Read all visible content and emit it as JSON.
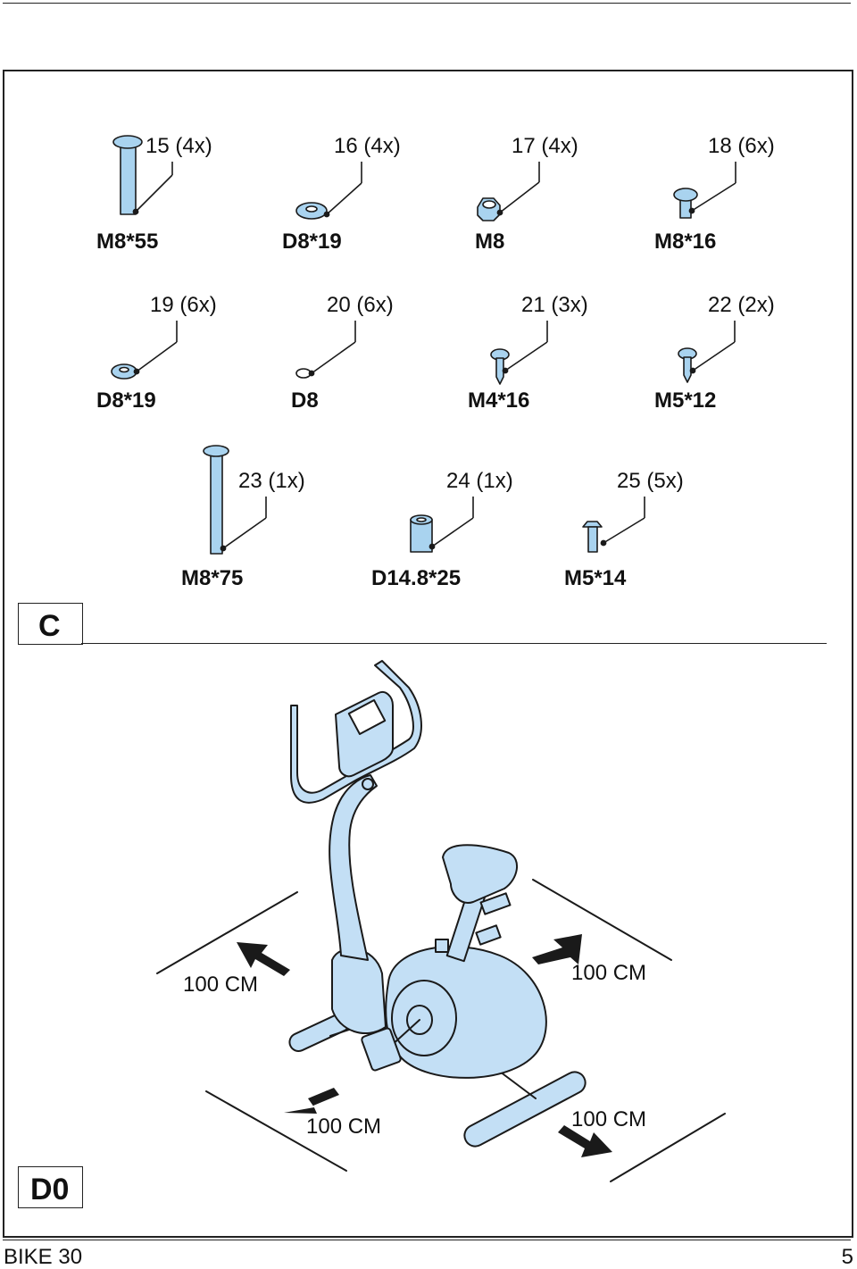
{
  "parts_row1": [
    {
      "label": "15 (4x)",
      "size": "M8*55",
      "icon": "bolt-long-icon"
    },
    {
      "label": "16 (4x)",
      "size": "D8*19",
      "icon": "washer-icon"
    },
    {
      "label": "17 (4x)",
      "size": "M8",
      "icon": "nut-icon"
    },
    {
      "label": "18 (6x)",
      "size": "M8*16",
      "icon": "bolt-short-icon"
    }
  ],
  "parts_row2": [
    {
      "label": "19 (6x)",
      "size": "D8*19",
      "icon": "curved-washer-icon"
    },
    {
      "label": "20 (6x)",
      "size": "D8",
      "icon": "spring-washer-icon"
    },
    {
      "label": "21 (3x)",
      "size": "M4*16",
      "icon": "screw-icon"
    },
    {
      "label": "22 (2x)",
      "size": "M5*12",
      "icon": "screw-icon"
    }
  ],
  "parts_row3": [
    {
      "label": "23 (1x)",
      "size": "M8*75",
      "icon": "bolt-long-icon"
    },
    {
      "label": "24 (1x)",
      "size": "D14.8*25",
      "icon": "spacer-sleeve-icon"
    },
    {
      "label": "25 (5x)",
      "size": "M5*14",
      "icon": "flat-screw-icon"
    }
  ],
  "section_c": "C",
  "section_d0": "D0",
  "clearance": [
    "100 CM",
    "100 CM",
    "100 CM",
    "100 CM"
  ],
  "footer": {
    "left": "BIKE 30",
    "right": "5"
  },
  "colors": {
    "part_fill": "#a9d3ef",
    "bike_fill": "#c3dff5",
    "line": "#1a1a1a"
  }
}
